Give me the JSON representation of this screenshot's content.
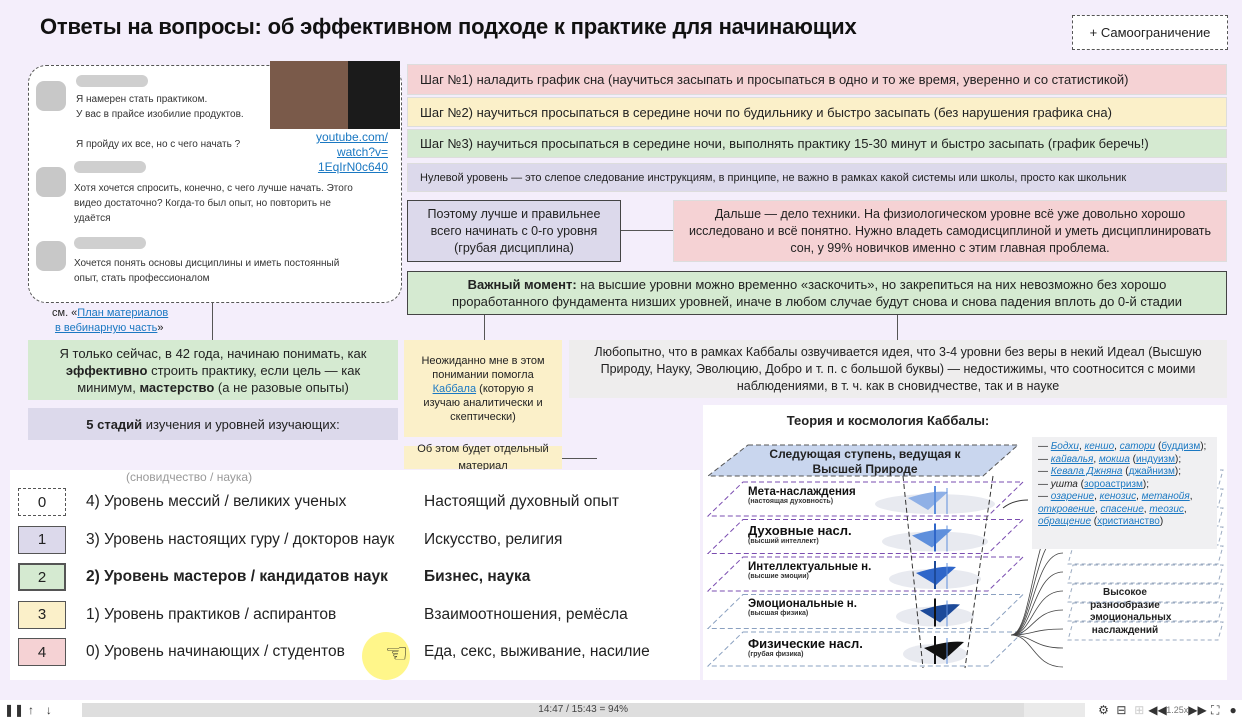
{
  "title": "Ответы на вопросы: об эффективном подходе к практике для начинающих",
  "self_limit_button": "+ Самоограничение",
  "comments": [
    {
      "lines": [
        "Я намерен стать практиком.",
        "У вас в прайсе изобилие продуктов.",
        "",
        "Я пройду их все, но с чего начать ?"
      ]
    },
    {
      "lines": [
        "Хотя хочется спросить, конечно, с чего лучше начать. Этого",
        "видео достаточно? Когда-то был опыт, но повторить не",
        "удаётся"
      ]
    },
    {
      "lines": [
        "Хочется понять основы дисциплины и иметь постоянный",
        "опыт, стать профессионалом"
      ]
    }
  ],
  "video_link": [
    "youtube.com/",
    "watch?v=",
    "1EqIrN0c640"
  ],
  "see_prefix": "см. «",
  "see_link": [
    "План материалов",
    "в вебинарную часть"
  ],
  "see_suffix": "»",
  "steps": [
    {
      "text": "Шаг №1) наладить график сна (научиться засыпать и просыпаться в одно и то же время, уверенно и со статистикой)",
      "color": "#f5d2d4"
    },
    {
      "text": "Шаг №2) научиться просыпаться в середине ночи по будильнику и быстро засыпать (без нарушения графика сна)",
      "color": "#fbf0c9"
    },
    {
      "text": "Шаг №3) научиться просыпаться в середине ночи, выполнять практику 15-30 минут и быстро засыпать (график беречь!)",
      "color": "#d5ead1"
    },
    {
      "text": "Нулевой уровень — это слепое следование инструкциям, в принципе, не важно в рамках какой системы или школы, просто как школьник",
      "color": "#dcd9eb"
    }
  ],
  "better_start": "Поэтому лучше и правильнее всего начинать с 0-го уровня (грубая дисциплина)",
  "technique": "Дальше — дело техники. На физиологическом уровне всё уже довольно хорошо исследовано и всё понятно. Нужно владеть самодисциплиной и уметь дисциплинировать сон, у 99% новичков именно с этим главная проблема.",
  "important_bold": "Важный момент:",
  "important_text": " на высшие уровни можно временно «заскочить», но закрепиться на них невозможно без хорошо проработанного фундамента низших уровней, иначе в любом случае будут снова и снова падения вплоть до 0-й стадии",
  "age_parts": [
    "Я только сейчас, в 42 года, начинаю понимать, как ",
    "эффективно",
    " строить практику, если цель — как минимум, ",
    "мастерство",
    " (а не разовые опыты)"
  ],
  "stages_bold": "5 стадий",
  "stages_text": " изучения и уровней изучающих:",
  "unexpected_pre": "Неожиданно мне в этом понимании помогла ",
  "unexpected_link": "Каббала",
  "unexpected_post": " (которую я изучаю аналитически и скептически)",
  "separate_material": "Об этом будет отдельный материал",
  "curious": "Любопытно, что в рамках Каббалы озвучивается идея, что 3-4 уровни без веры в некий Идеал (Высшую Природу, Науку, Эволюцию, Добро и т. п. с большой буквы) — недостижимы, что соотносится с моими наблюдениями, в т. ч. как в сновидчестве, так и в науке",
  "levels_header": "(сновидчество / наука)",
  "levels": [
    {
      "badge": "0",
      "name": "4) Уровень мессий / великих ученых",
      "domain": "Настоящий духовный опыт",
      "color": "#ffffff",
      "bold": false
    },
    {
      "badge": "1",
      "name": "3) Уровень настоящих гуру / докторов наук",
      "domain": "Искусство, религия",
      "color": "#dcd9eb",
      "bold": false
    },
    {
      "badge": "2",
      "name": "2) Уровень мастеров / кандидатов наук",
      "domain": "Бизнес, наука",
      "color": "#d5ead1",
      "bold": true
    },
    {
      "badge": "3",
      "name": "1) Уровень практиков / аспирантов",
      "domain": "Взаимоотношения, ремёсла",
      "color": "#fbf0c9",
      "bold": false
    },
    {
      "badge": "4",
      "name": "0) Уровень начинающих / студентов",
      "domain": "Еда, секс, выживание, насилие",
      "color": "#f5d2d4",
      "bold": false
    }
  ],
  "kabbalah": {
    "title": "Теория и космология Каббалы:",
    "top": "Следующая ступень, ведущая к Высшей Природе",
    "layers": [
      {
        "name": "Мета-наслаждения",
        "sub": "(настоящая духовность)"
      },
      {
        "name": "Духовные насл.",
        "sub": "(высший интеллект)"
      },
      {
        "name": "Интеллектуальные н.",
        "sub": "(высшие эмоции)"
      },
      {
        "name": "Эмоциональные н.",
        "sub": "(высшая физика)"
      },
      {
        "name": "Физические насл.",
        "sub": "(грубая физика)"
      }
    ],
    "variety": "Высокое разнообразие эмоциональных наслаждений",
    "terms": [
      {
        "pre": "— ",
        "links": [
          "Бодхи",
          "кеншо",
          "сатори"
        ],
        "mid": " (",
        "tag": "буддизм",
        "post": ");"
      },
      {
        "pre": "— ",
        "links": [
          "кайвалья",
          "мокша"
        ],
        "mid": " (",
        "tag": "индуизм",
        "post": ");"
      },
      {
        "pre": "— ",
        "links": [
          "Кевала Джняна"
        ],
        "mid": " (",
        "tag": "джайнизм",
        "post": ");"
      },
      {
        "pre": "— ",
        "plain": "ушта",
        "mid": " (",
        "tag": "зороастризм",
        "post": ");"
      },
      {
        "pre": "— ",
        "links": [
          "озарение",
          "кенозис",
          "метанойя",
          "откровение",
          "спасение",
          "теозис",
          "обращение"
        ],
        "mid": " (",
        "tag": "христианство",
        "post": ")"
      }
    ]
  },
  "player": {
    "time": "14:47 / 15:43 = 94%",
    "speed": "1.25x",
    "progress": 0.94
  }
}
